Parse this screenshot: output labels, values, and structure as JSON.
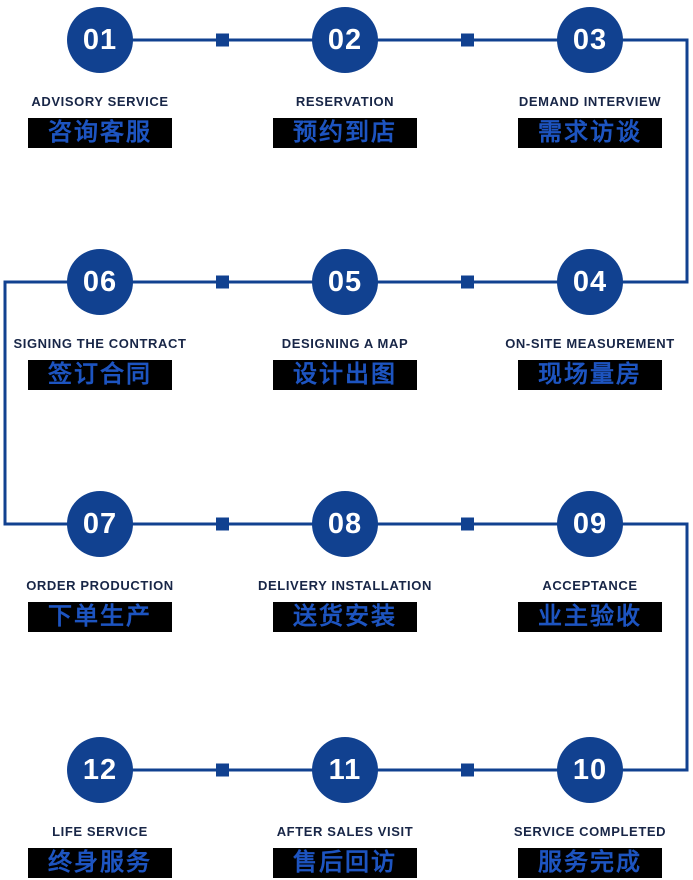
{
  "colors": {
    "circle": "#114190",
    "line": "#114190",
    "en_text": "#182647",
    "zh_text": "#1d54c0",
    "zh_bg": "#000000",
    "num_text": "#ffffff",
    "page_bg": "#ffffff"
  },
  "rows": [
    {
      "steps": [
        {
          "num": "01",
          "en": "ADVISORY SERVICE",
          "zh": "咨询客服"
        },
        {
          "num": "02",
          "en": "RESERVATION",
          "zh": "预约到店"
        },
        {
          "num": "03",
          "en": "DEMAND INTERVIEW",
          "zh": "需求访谈"
        }
      ]
    },
    {
      "steps": [
        {
          "num": "06",
          "en": "SIGNING THE CONTRACT",
          "zh": "签订合同"
        },
        {
          "num": "05",
          "en": "DESIGNING A MAP",
          "zh": "设计出图"
        },
        {
          "num": "04",
          "en": "ON-SITE MEASUREMENT",
          "zh": "现场量房"
        }
      ]
    },
    {
      "steps": [
        {
          "num": "07",
          "en": "ORDER PRODUCTION",
          "zh": "下单生产"
        },
        {
          "num": "08",
          "en": "DELIVERY INSTALLATION",
          "zh": "送货安装"
        },
        {
          "num": "09",
          "en": "ACCEPTANCE",
          "zh": "业主验收"
        }
      ]
    },
    {
      "steps": [
        {
          "num": "12",
          "en": "LIFE SERVICE",
          "zh": "终身服务"
        },
        {
          "num": "11",
          "en": "AFTER SALES VISIT",
          "zh": "售后回访"
        },
        {
          "num": "10",
          "en": "SERVICE COMPLETED",
          "zh": "服务完成"
        }
      ]
    }
  ]
}
